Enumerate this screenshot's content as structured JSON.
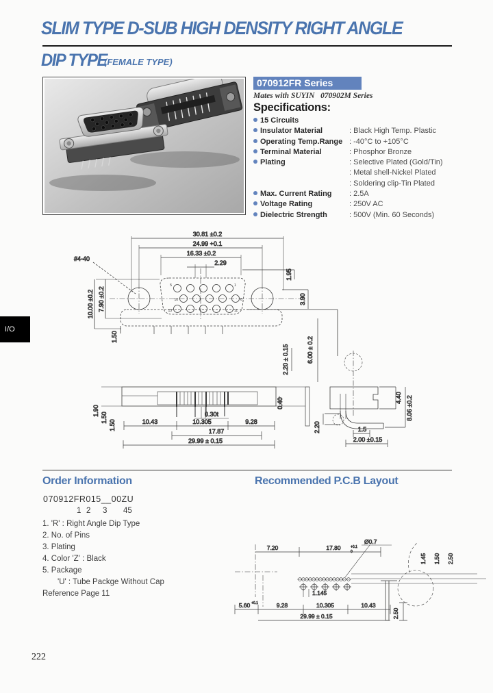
{
  "theme": {
    "accent_blue": "#4a74ae",
    "series_bar_bg": "#6283bd",
    "series_bar_text": "#ffffff",
    "io_tab_bg": "#000000",
    "body_text": "#3d3d3d"
  },
  "page": {
    "number": "222",
    "side_tab": "I/O"
  },
  "header": {
    "title": "SLIM TYPE D-SUB HIGH DENSITY RIGHT ANGLE",
    "product": "DIP TYPE",
    "product_note": "(FEMALE TYPE)"
  },
  "series": {
    "name": "070912FR Series",
    "mates": "Mates with SUYIN   070902M Series",
    "spec_title": "Specifications:",
    "rows": [
      {
        "label": "15 Circuits",
        "value": ""
      },
      {
        "label": "Insulator Material",
        "value": ": Black High Temp. Plastic"
      },
      {
        "label": "Operating Temp.Range",
        "value": ": -40°C to +105°C"
      },
      {
        "label": "Terminal Material",
        "value": ": Phosphor Bronze"
      },
      {
        "label": "Plating",
        "value": ": Selective Plated (Gold/Tin)"
      },
      {
        "label": "",
        "value": ": Metal shell-Nickel Plated"
      },
      {
        "label": "",
        "value": ": Soldering clip-Tin Plated"
      },
      {
        "label": "Max. Current Rating",
        "value": ": 2.5A"
      },
      {
        "label": "Voltage Rating",
        "value": ": 250V AC"
      },
      {
        "label": "Dielectric Strength",
        "value": ": 500V (Min. 60 Seconds)"
      }
    ]
  },
  "drawing": {
    "f_3081": "30.81 ±0.2",
    "f_2499": "24.99 +0.1",
    "f_1633": "16.33 ±0.2",
    "f_229": "2.29",
    "f_thread": "#4-40",
    "f_1000": "10.00 ±0.2",
    "f_790": "7.90 ±0.2",
    "f_150": "1.50",
    "f_195": "1.95",
    "f_390": "3.90",
    "pin5": "5",
    "pin1": "1",
    "pin10": "10",
    "pin6": "6",
    "pin15": "15",
    "pin11": "11",
    "s_220t": "2.20 ± 0.15",
    "s_600": "6.00 ± 0.2",
    "b_030": "0.30t",
    "b_1043": "10.43",
    "b_10305": "10.305",
    "b_928": "9.28",
    "b_1787": "17.87",
    "b_2999": "29.99 ± 0.15",
    "b_190": "1.90",
    "b_150a": "1.50",
    "b_150b": "1.50",
    "b_040": "0.40",
    "v_440": "4.40",
    "v_806": "8.06 ±0.2",
    "v_15": "1.5",
    "v_200": "2.00 ±0.15",
    "v_220": "2.20"
  },
  "order": {
    "heading": "Order Information",
    "code": "070912FR015__00ZU",
    "pos": {
      "p1": "1",
      "p2": "2",
      "p3": "3",
      "p45": "45"
    },
    "items": [
      "1. 'R' : Right Angle Dip Type",
      "2. No. of Pins",
      "3. Plating",
      "4. Color 'Z' : Black",
      "5. Package",
      "'U' : Tube Packge Without Cap",
      "Reference Page 11"
    ]
  },
  "pcb": {
    "heading": "Recommended P.C.B Layout",
    "d_720": "7.20",
    "d_1780": "17.80",
    "tol_plus": "+0.1",
    "tol_zero": "0",
    "d_hole": "Ø0.7",
    "d_1145": "1.145",
    "r_145": "1.45",
    "r_150": "1.50",
    "r_250": "2.50",
    "b_560": "5.60",
    "b_928": "9.28",
    "b_10305": "10.305",
    "b_1043": "10.43",
    "b_2999": "29.99 ± 0.15",
    "v_250": "2.50"
  }
}
